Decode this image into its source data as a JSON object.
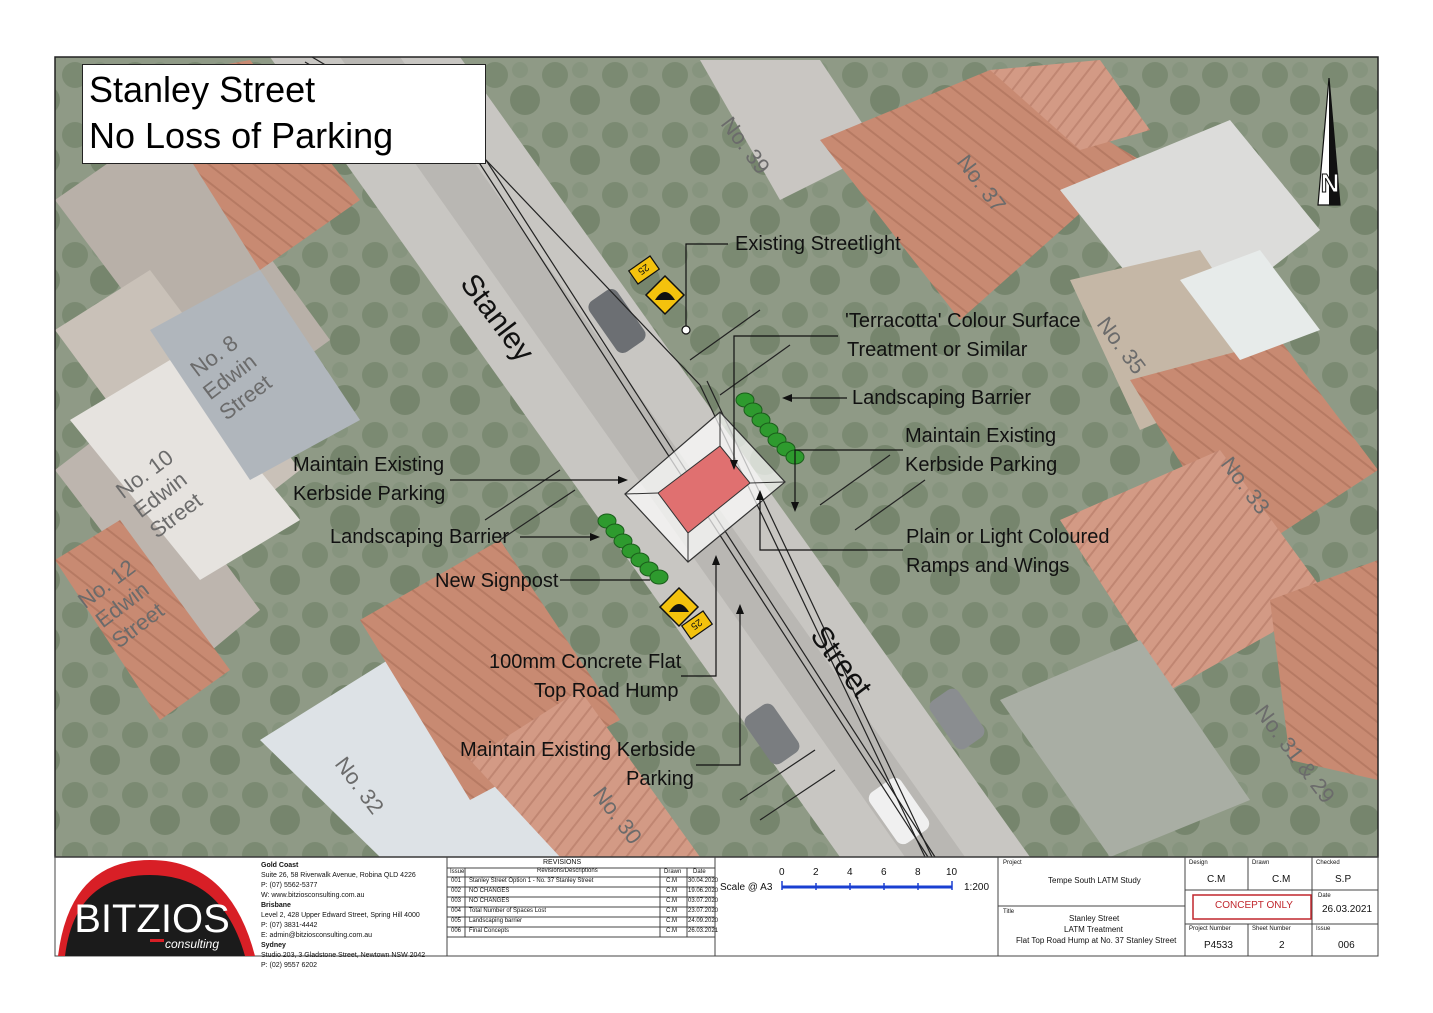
{
  "title": {
    "line1": "Stanley Street",
    "line2": "No Loss of Parking"
  },
  "street_labels": {
    "stanley": "Stanley",
    "street": "Street"
  },
  "property_labels": [
    {
      "text": "No. 39"
    },
    {
      "text": "No. 37"
    },
    {
      "text": "No. 35"
    },
    {
      "text": "No. 33"
    },
    {
      "text": "No. 31 & 29"
    },
    {
      "text": "No. 30"
    },
    {
      "text": "No. 32"
    },
    {
      "lines": [
        "No. 8",
        "Edwin",
        "Street"
      ]
    },
    {
      "lines": [
        "No. 10",
        "Edwin",
        "Street"
      ]
    },
    {
      "lines": [
        "No. 12",
        "Edwin",
        "Street"
      ]
    }
  ],
  "annotations": {
    "streetlight": "Existing Streetlight",
    "terracotta_1": "'Terracotta' Colour Surface",
    "terracotta_2": "Treatment or Similar",
    "landscaping_right": "Landscaping Barrier",
    "kerbside_right_1": "Maintain Existing",
    "kerbside_right_2": "Kerbside Parking",
    "ramps_1": "Plain or Light Coloured",
    "ramps_2": "Ramps and Wings",
    "kerbside_left_1": "Maintain Existing",
    "kerbside_left_2": "Kerbside Parking",
    "landscaping_left": "Landscaping Barrier",
    "signpost": "New Signpost",
    "hump_1": "100mm Concrete Flat",
    "hump_2": "Top Road Hump",
    "kerbside_bottom_1": "Maintain Existing Kerbside",
    "kerbside_bottom_2": "Parking"
  },
  "sign_text": "25",
  "north_arrow": "N",
  "logo": {
    "name": "BITZIOS",
    "sub": "consulting"
  },
  "offices": [
    "Gold Coast",
    "Suite 26, 58 Riverwalk Avenue, Robina QLD 4226",
    "P: (07) 5562-5377",
    "W: www.bitziosconsulting.com.au",
    "Brisbane",
    "Level 2, 428 Upper Edward Street, Spring Hill 4000",
    "P: (07) 3831-4442",
    "E: admin@bitziosconsulting.com.au",
    "Sydney",
    "Studio 203, 3 Gladstone Street, Newtown NSW 2042",
    "P: (02) 9557 6202"
  ],
  "revisions": {
    "heading": "REVISIONS",
    "col_issue": "Issue",
    "col_desc": "Revisions/Descriptions",
    "col_drawn": "Drawn",
    "col_date": "Date",
    "rows": [
      {
        "issue": "001",
        "desc": "Stanley Street Option 1 - No. 37 Stanley Street",
        "drawn": "C.M",
        "date": "30.04.2020"
      },
      {
        "issue": "002",
        "desc": "NO CHANGES",
        "drawn": "C.M",
        "date": "19.06.2020"
      },
      {
        "issue": "003",
        "desc": "NO CHANGES",
        "drawn": "C.M",
        "date": "03.07.2020"
      },
      {
        "issue": "004",
        "desc": "Total Number of Spaces Lost",
        "drawn": "C.M",
        "date": "23.07.2020"
      },
      {
        "issue": "005",
        "desc": "Landscaping barrier",
        "drawn": "C.M",
        "date": "24.09.2020"
      },
      {
        "issue": "006",
        "desc": "Final Concepts",
        "drawn": "C.M",
        "date": "26.03.2021"
      }
    ]
  },
  "scale": {
    "label": "Scale @ A3",
    "ticks": [
      "0",
      "2",
      "4",
      "6",
      "8",
      "10"
    ],
    "ratio": "1:200"
  },
  "project": {
    "label": "Project",
    "value": "Tempe South LATM Study"
  },
  "drawing_title": {
    "label": "Title",
    "lines": [
      "Stanley Street",
      "LATM Treatment",
      "Flat Top Road Hump at No. 37 Stanley Street"
    ]
  },
  "design": {
    "label": "Design",
    "value": "C.M"
  },
  "drawn": {
    "label": "Drawn",
    "value": "C.M"
  },
  "checked": {
    "label": "Checked",
    "value": "S.P"
  },
  "stamp": "CONCEPT ONLY",
  "date": {
    "label": "Date",
    "value": "26.03.2021"
  },
  "project_number": {
    "label": "Project Number",
    "value": "P4533"
  },
  "sheet_number": {
    "label": "Sheet Number",
    "value": "2"
  },
  "issue": {
    "label": "Issue",
    "value": "006"
  },
  "colors": {
    "hump": "#e07070",
    "barrier": "#2e9a2e",
    "sign": "#f4c20d",
    "logo_red": "#d81f26",
    "stamp": "#c0272d",
    "scale_bar": "#1a3fd1"
  }
}
